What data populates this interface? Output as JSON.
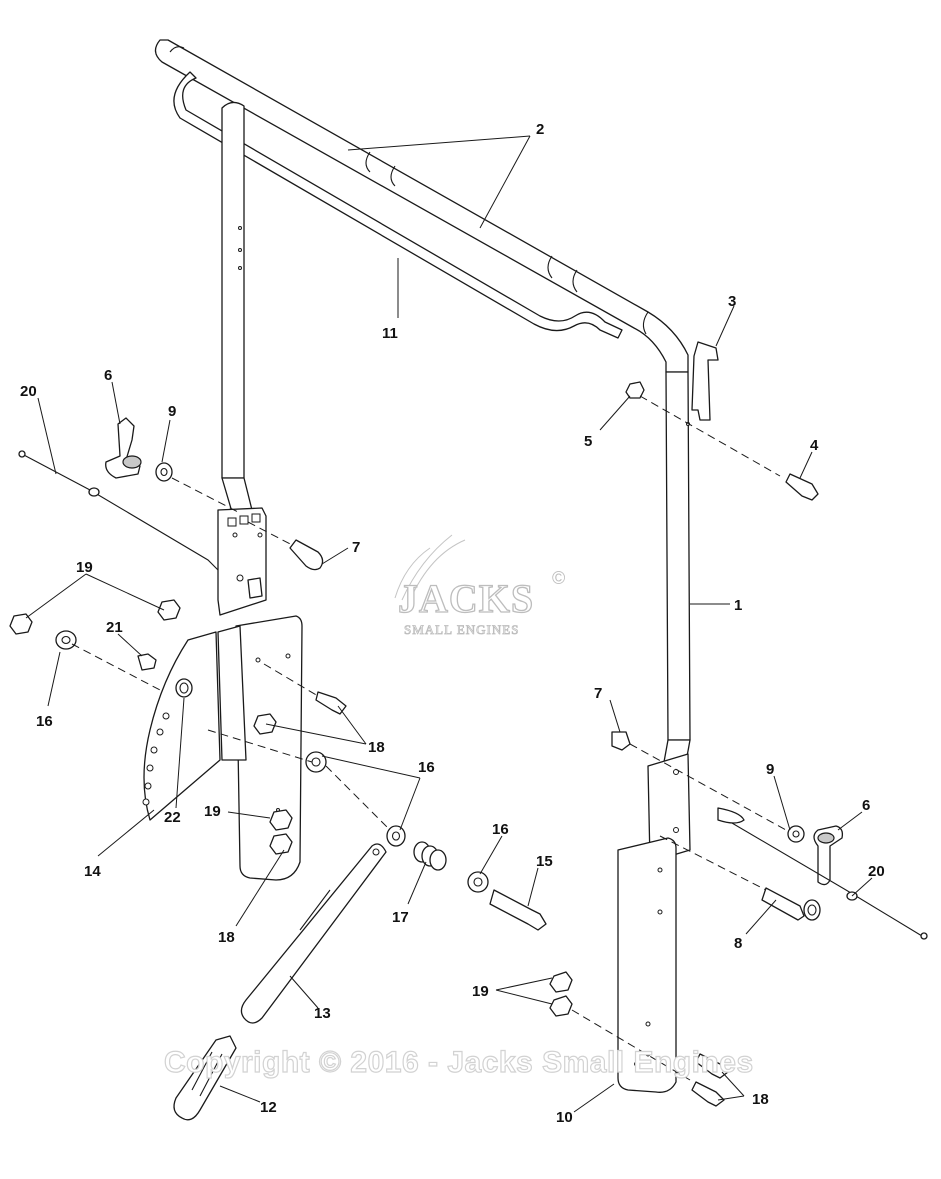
{
  "watermark": {
    "logo_text": "JACKS",
    "logo_subtext": "SMALL ENGINES",
    "registered_mark": "©",
    "copyright": "Copyright © 2016 - Jacks Small Engines"
  },
  "callouts": {
    "c1": "1",
    "c2": "2",
    "c3": "3",
    "c4": "4",
    "c5": "5",
    "c6_left": "6",
    "c6_right": "6",
    "c7_left": "7",
    "c7_right": "7",
    "c8": "8",
    "c9_left": "9",
    "c9_right": "9",
    "c10": "10",
    "c11": "11",
    "c12": "12",
    "c13": "13",
    "c14": "14",
    "c15": "15",
    "c16_left": "16",
    "c16_mid": "16",
    "c16_right": "16",
    "c17": "17",
    "c18_mid": "18",
    "c18_low": "18",
    "c18_right": "18",
    "c19_top": "19",
    "c19_mid": "19",
    "c19_right": "19",
    "c20_left": "20",
    "c20_right": "20",
    "c21": "21",
    "c22": "22"
  }
}
